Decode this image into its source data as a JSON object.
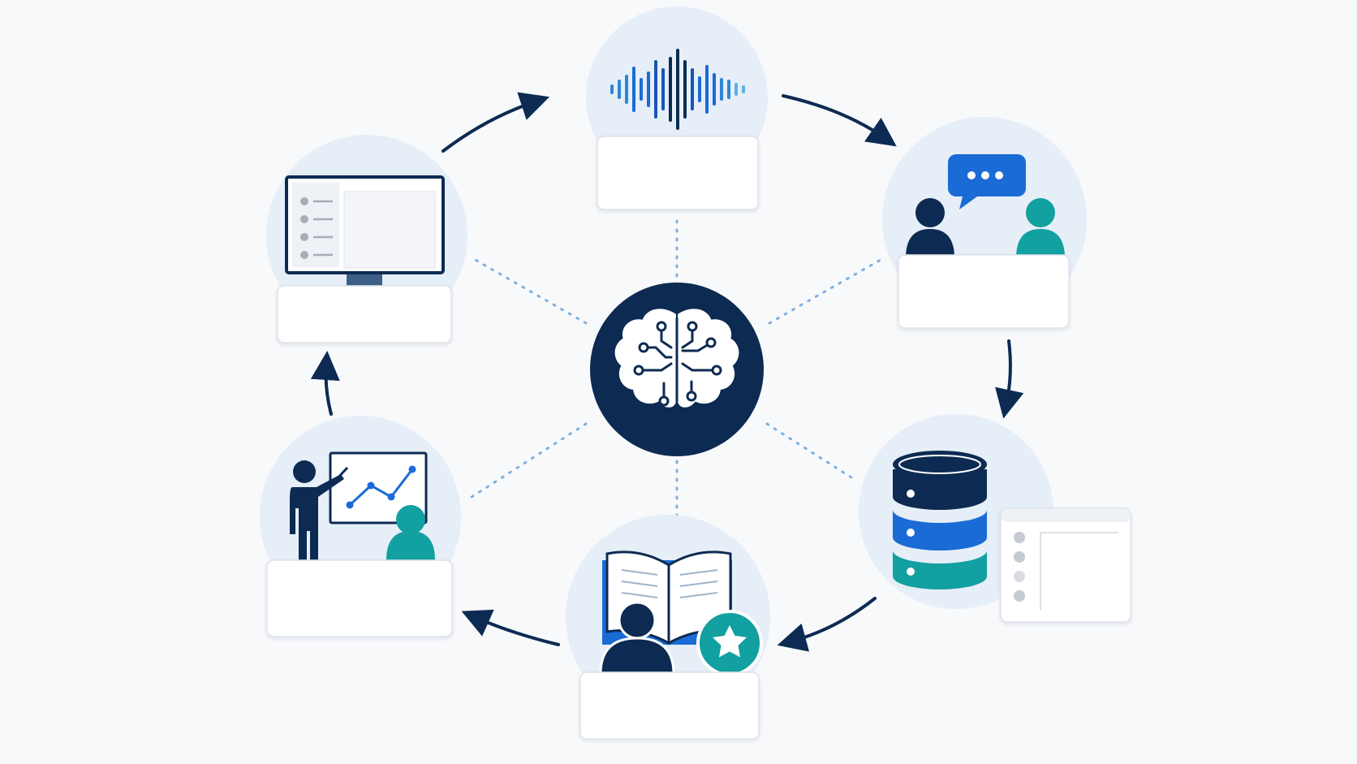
{
  "diagram": {
    "center": {
      "icon": "ai-brain-circuit-icon"
    },
    "nodes": [
      {
        "id": "voice",
        "icon": "audio-waveform-icon",
        "label": ""
      },
      {
        "id": "conversation",
        "icon": "chat-people-icon",
        "label": ""
      },
      {
        "id": "data",
        "icon": "database-icon",
        "label": ""
      },
      {
        "id": "learning",
        "icon": "book-learner-icon",
        "label": ""
      },
      {
        "id": "presentation",
        "icon": "presenter-chart-icon",
        "label": ""
      },
      {
        "id": "interface",
        "icon": "monitor-interface-icon",
        "label": ""
      }
    ],
    "cycle_direction": "clockwise",
    "connector_style": "dotted"
  },
  "colors": {
    "navy": "#0d2b52",
    "blue": "#1a6bd6",
    "teal": "#12a0a0",
    "halo": "#e6eef8",
    "dots": "#7fb0e0",
    "card_border": "#dfe3ea",
    "background": "#f8f9fb"
  }
}
